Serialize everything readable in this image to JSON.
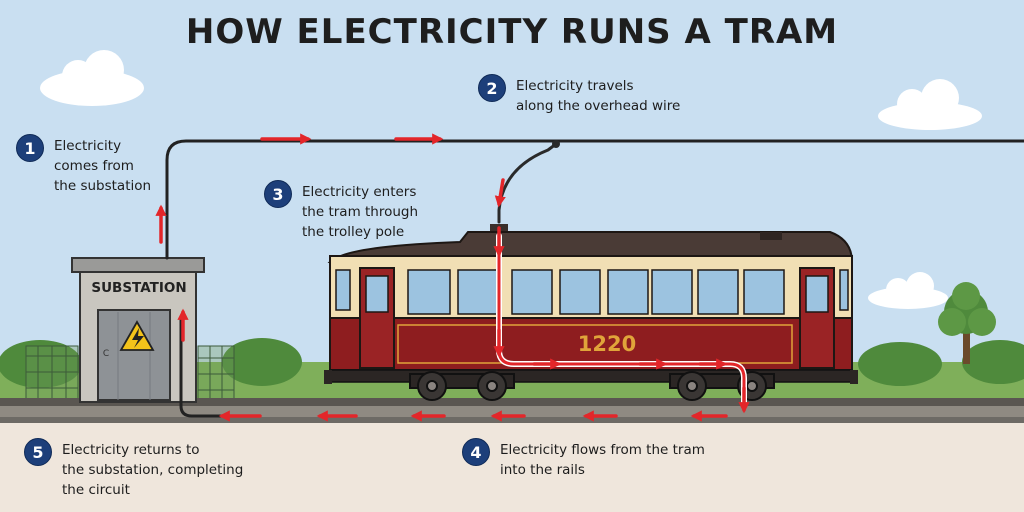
{
  "title": "HOW ELECTRICITY RUNS A TRAM",
  "steps": [
    {
      "number": "1",
      "lines": [
        "Electricity",
        "comes from",
        "the substation"
      ]
    },
    {
      "number": "2",
      "lines": [
        "Electricity travels",
        "along the overhead wire"
      ]
    },
    {
      "number": "3",
      "lines": [
        "Electricity enters",
        "the tram through",
        "the trolley pole"
      ]
    },
    {
      "number": "4",
      "lines": [
        "Electricity flows from the tram",
        "into the rails"
      ]
    },
    {
      "number": "5",
      "lines": [
        "Electricity returns to",
        "the substation, completing",
        "the circuit"
      ]
    }
  ],
  "substation": {
    "sign": "SUBSTATION",
    "door_mark": "C"
  },
  "tram": {
    "number": "1220"
  },
  "colors": {
    "sky": "#c9dff1",
    "ground": "#efe6dc",
    "grass": "#7faf5a",
    "arrow": "#e3262a",
    "badge": "#1d3f7a",
    "tram_red": "#8e1d1f",
    "tram_cream": "#f1dfb4",
    "tram_roof": "#4a3b36",
    "number_gold": "#e0a43a"
  },
  "icons": [
    "high-voltage-icon",
    "arrow-icon",
    "cloud-icon",
    "tree-icon"
  ]
}
